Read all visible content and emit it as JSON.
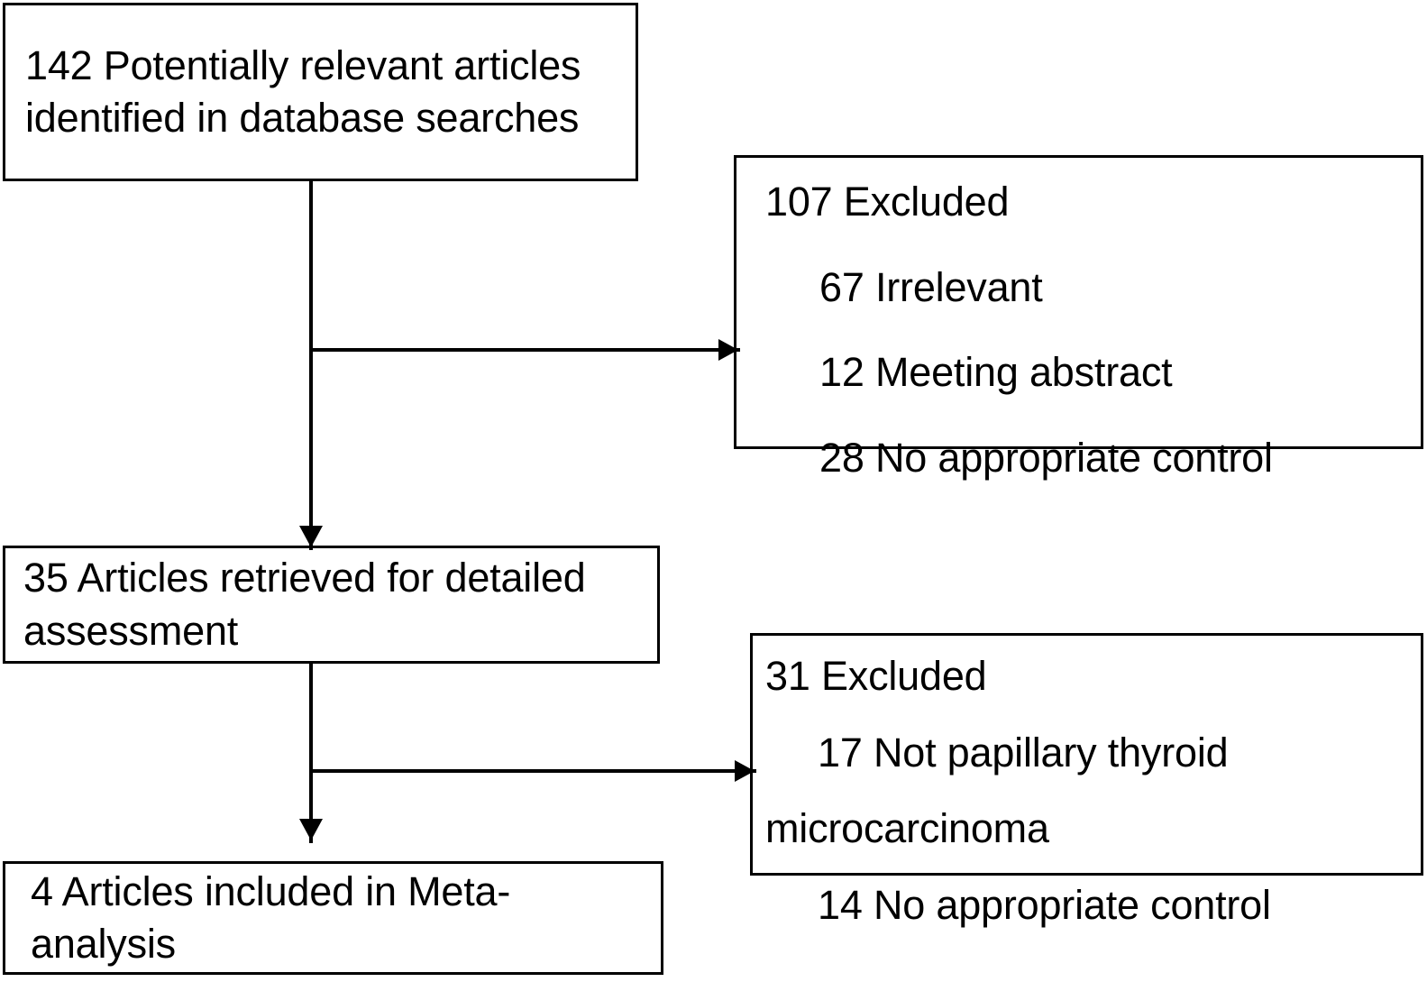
{
  "diagram": {
    "title": "PRISMA study selection flow diagram",
    "type": "flowchart",
    "colors": {
      "stroke": "#000000",
      "background": "#ffffff",
      "text": "#000000"
    },
    "nodes": {
      "identified": {
        "name": "potentially-relevant-articles",
        "count": 142,
        "lines": [
          "142 Potentially relevant articles",
          "identified in database searches"
        ]
      },
      "excluded_1": {
        "name": "first-exclusion",
        "count": 107,
        "heading": "107 Excluded",
        "reasons": [
          "67 Irrelevant",
          "12 Meeting abstract",
          "28 No appropriate control"
        ]
      },
      "retrieved": {
        "name": "articles-retrieved",
        "count": 35,
        "lines": [
          "35 Articles retrieved for detailed",
          "assessment"
        ]
      },
      "excluded_2": {
        "name": "second-exclusion",
        "count": 31,
        "heading": "31 Excluded",
        "reasons": [
          "17 Not papillary thyroid",
          "microcarcinoma",
          "14 No appropriate control"
        ]
      },
      "included": {
        "name": "articles-included",
        "count": 4,
        "lines": [
          "4 Articles included in Meta-",
          "analysis"
        ]
      }
    },
    "connectors": [
      {
        "name": "identified-to-retrieved",
        "from": "identified",
        "to": "retrieved",
        "direction": "down",
        "arrow": true
      },
      {
        "name": "identified-to-excluded-1",
        "from": "identified",
        "to": "excluded_1",
        "direction": "right",
        "arrow": true
      },
      {
        "name": "retrieved-to-included",
        "from": "retrieved",
        "to": "included",
        "direction": "down",
        "arrow": true
      },
      {
        "name": "retrieved-to-excluded-2",
        "from": "retrieved",
        "to": "excluded_2",
        "direction": "right",
        "arrow": true
      }
    ]
  }
}
